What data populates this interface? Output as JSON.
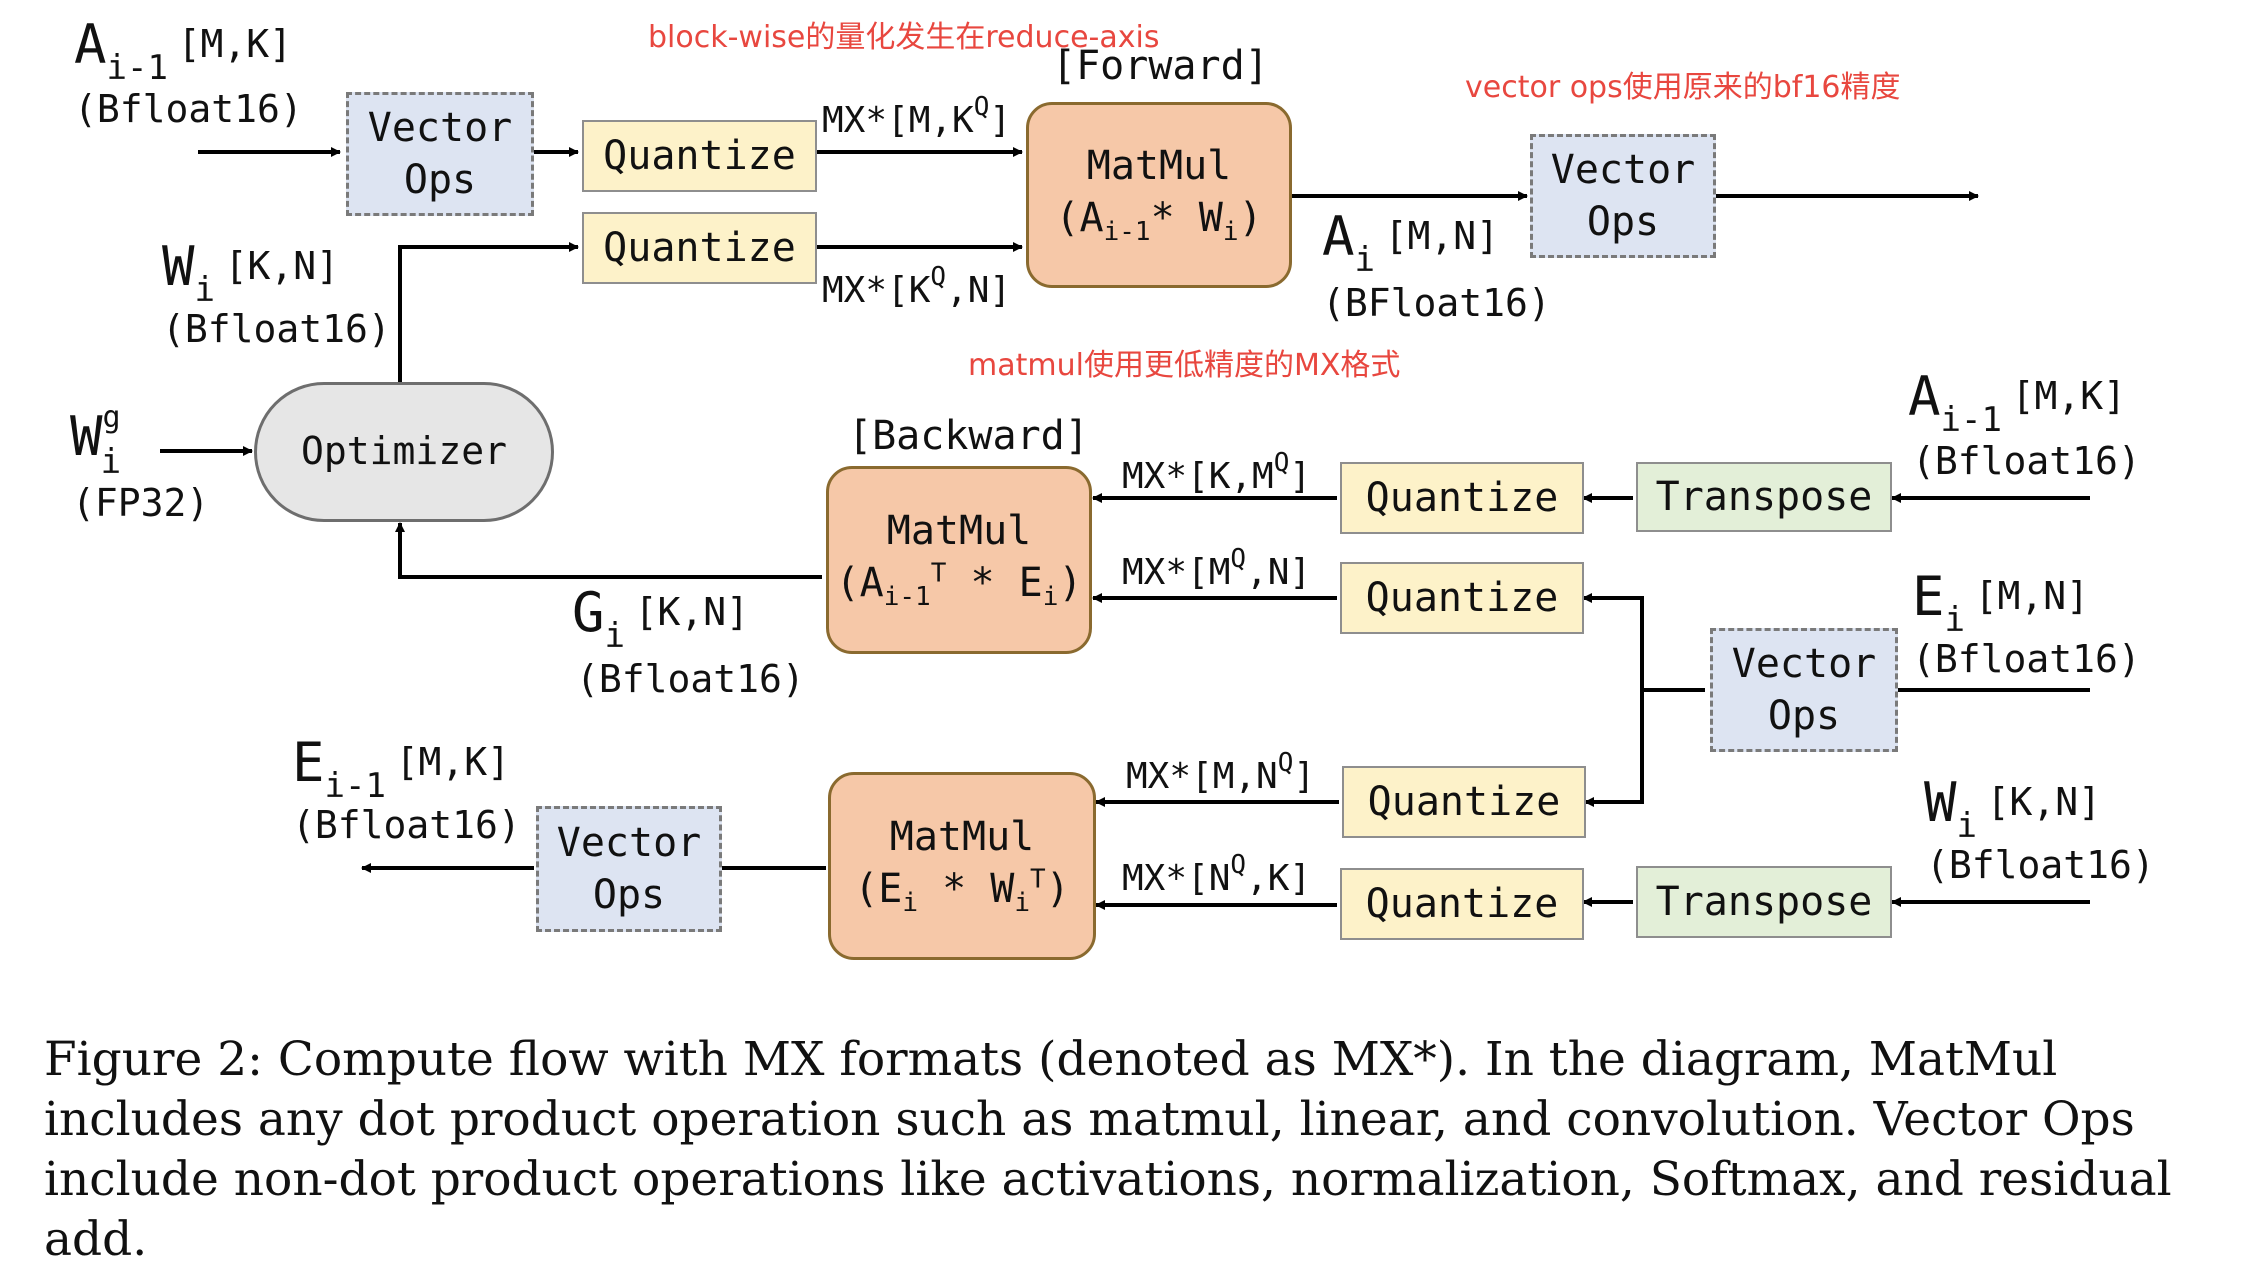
{
  "annotations": {
    "blockwise": "block-wise的量化发生在reduce-axis",
    "vector_ops_precision": "vector ops使用原来的bf16精度",
    "matmul_precision": "matmul使用更低精度的MX格式"
  },
  "section_labels": {
    "forward": "[Forward]",
    "backward": "[Backward]"
  },
  "boxes": {
    "vector_ops_line1": "Vector",
    "vector_ops_line2": "Ops",
    "quantize": "Quantize",
    "transpose": "Transpose",
    "matmul": "MatMul",
    "optimizer": "Optimizer"
  },
  "formulas": {
    "fwd_a": "(A",
    "fwd_a_sub": "i-1",
    "fwd_star": "* W",
    "fwd_w_sub": "i",
    "fwd_close": ")",
    "bwd1_a": "(A",
    "bwd1_a_sub": "i-1",
    "bwd1_sup": "T",
    "bwd1_star": " * E",
    "bwd1_e_sub": "i",
    "bwd1_close": ")",
    "bwd2_e": "(E",
    "bwd2_e_sub": "i",
    "bwd2_star": " * W",
    "bwd2_w_sub": "i",
    "bwd2_sup": "T",
    "bwd2_close": ")"
  },
  "tensors": {
    "A": "A",
    "W": "W",
    "E": "E",
    "G": "G",
    "sub_i_minus_1": "i-1",
    "sub_i": "i",
    "sup_g": "g",
    "MK": "[M,K]",
    "KN": "[K,N]",
    "MN": "[M,N]",
    "bfloat16": "(Bfloat16)",
    "BFloat16": "(BFloat16)",
    "fp32": "(FP32)"
  },
  "edge_labels": {
    "mx_prefix": "MX*[",
    "fwd_top_a": "M,K",
    "fwd_top_b": "]",
    "fwd_bot_a": "K",
    "fwd_bot_b": ",N]",
    "bwd1_top_a": "K,M",
    "bwd1_top_b": "]",
    "bwd1_bot_a": "M",
    "bwd1_bot_b": ",N]",
    "bwd2_top_a": "M,N",
    "bwd2_top_b": "]",
    "bwd2_bot_a": "N",
    "bwd2_bot_b": ",K]",
    "q": "Q"
  },
  "caption": "Figure 2: Compute flow with MX formats (denoted as MX*). In the diagram, MatMul includes any dot product operation such as matmul, linear, and convolution. Vector Ops include non-dot product operations like activations, normalization, Softmax, and residual add.",
  "colors": {
    "quantize_fill": "#fdf2c9",
    "transpose_fill": "#e3efd8",
    "vector_fill": "#dde4f2",
    "matmul_fill": "#f6c8a8",
    "optimizer_fill": "#e6e6e6",
    "annotation_red": "#e8473f"
  }
}
